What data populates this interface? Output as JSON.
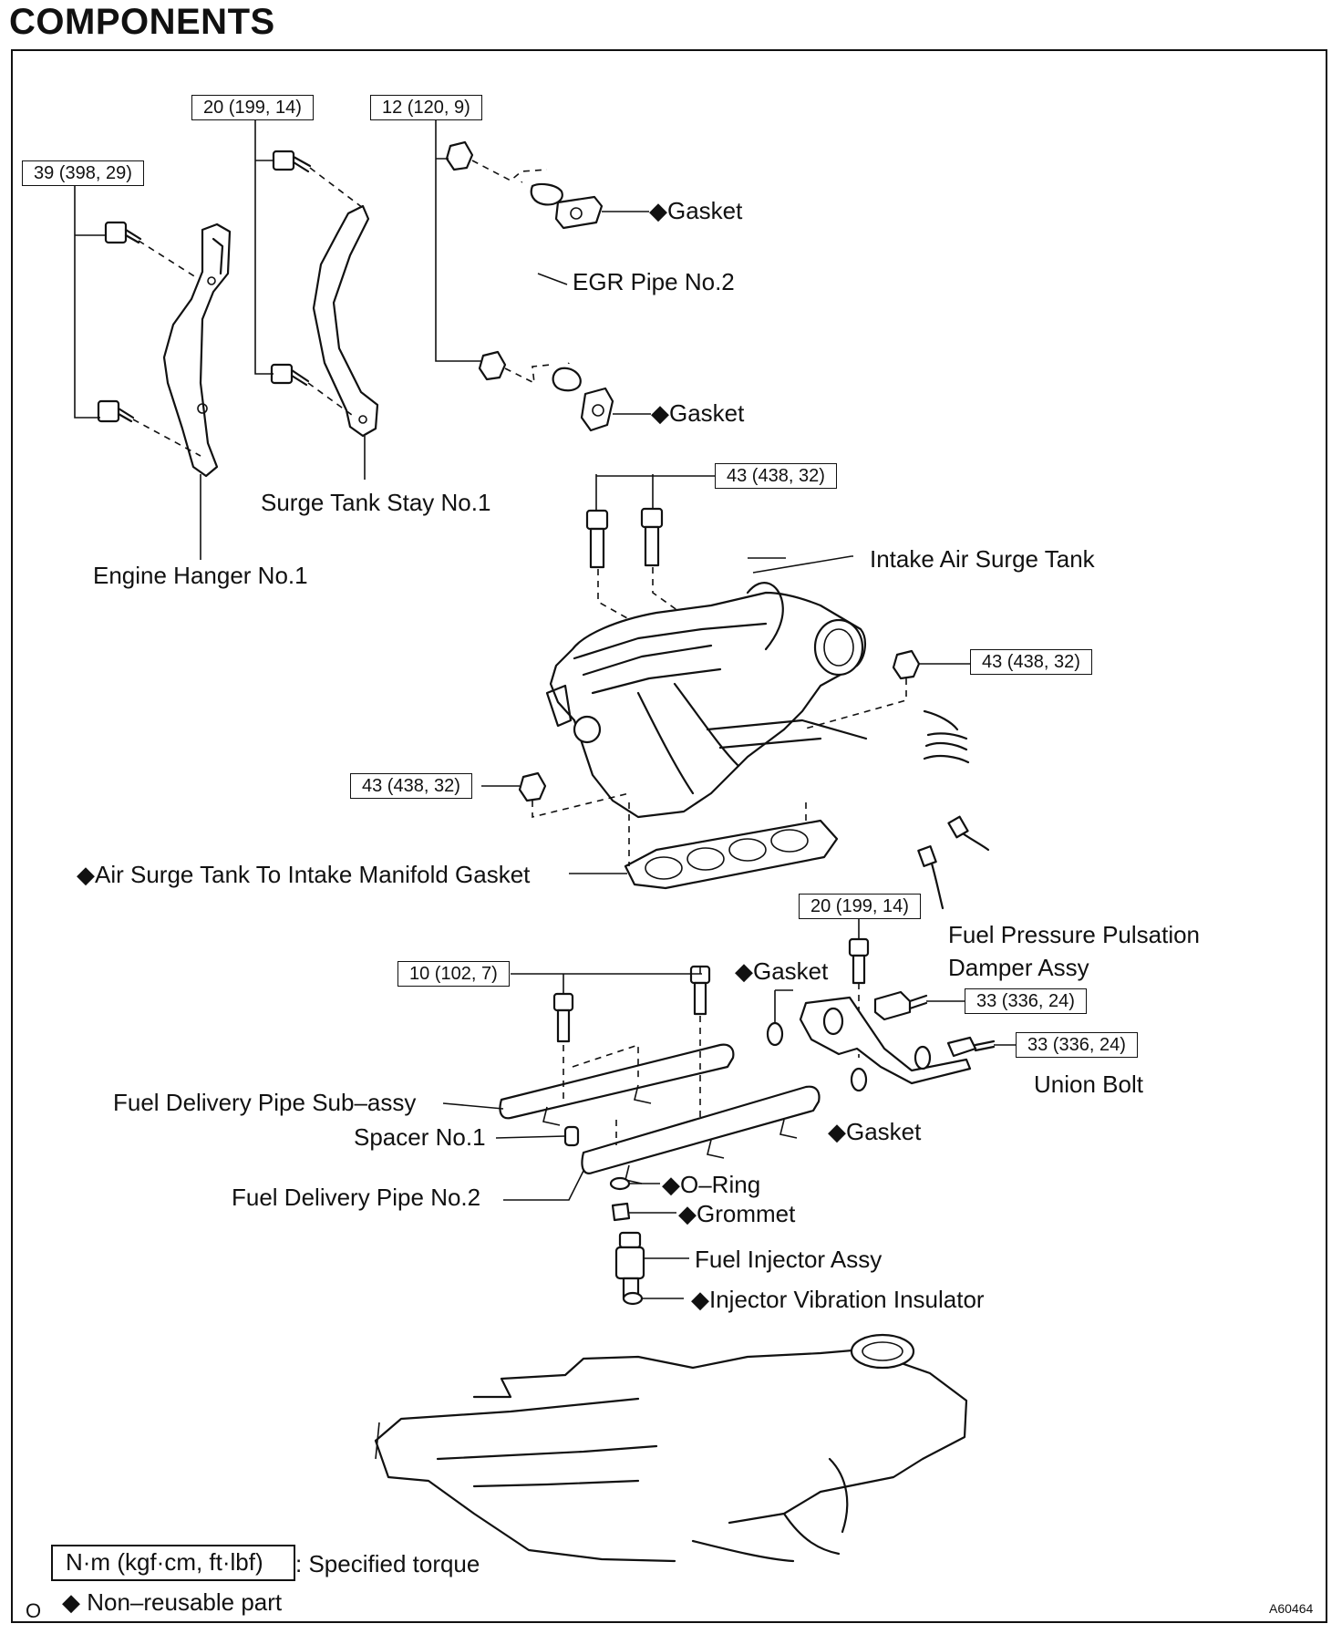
{
  "page_title": "COMPONENTS",
  "torque_specs": {
    "engine_hanger_bolts": "39 (398, 29)",
    "surge_tank_stay_bolts": "20 (199, 14)",
    "egr_pipe_nuts": "12 (120, 9)",
    "surge_tank_bolts": "43 (438, 32)",
    "surge_tank_nut_right": "43 (438, 32)",
    "surge_tank_nut_left": "43 (438, 32)",
    "pulsation_damper_bolt": "20 (199, 14)",
    "delivery_pipe_bolts": "10 (102, 7)",
    "pulsation_damper": "33 (336, 24)",
    "union_bolt": "33 (336, 24)"
  },
  "labels": {
    "gasket_upper": "◆Gasket",
    "egr_pipe": "EGR Pipe No.2",
    "gasket_lower": "◆Gasket",
    "surge_tank_stay": "Surge Tank Stay No.1",
    "engine_hanger": "Engine Hanger No.1",
    "intake_air_surge_tank": "Intake Air Surge Tank",
    "surge_tank_gasket": "◆Air Surge Tank To Intake Manifold Gasket",
    "pulsation_damper_line1": "Fuel Pressure Pulsation",
    "pulsation_damper_line2": "Damper Assy",
    "gasket_damper": "◆Gasket",
    "union_bolt": "Union Bolt",
    "fuel_delivery_sub": "Fuel Delivery Pipe Sub–assy",
    "spacer": "Spacer No.1",
    "gasket_fuel": "◆Gasket",
    "fuel_delivery_no2": "Fuel Delivery Pipe No.2",
    "o_ring": "◆O–Ring",
    "grommet": "◆Grommet",
    "fuel_injector": "Fuel Injector Assy",
    "injector_insulator": "◆Injector Vibration Insulator"
  },
  "legend": {
    "torque_unit": "N·m (kgf·cm, ft·lbf)",
    "torque_text": ": Specified torque",
    "nonreusable": "◆ Non–reusable part",
    "page_mark": "O"
  },
  "figure_id": "A60464"
}
